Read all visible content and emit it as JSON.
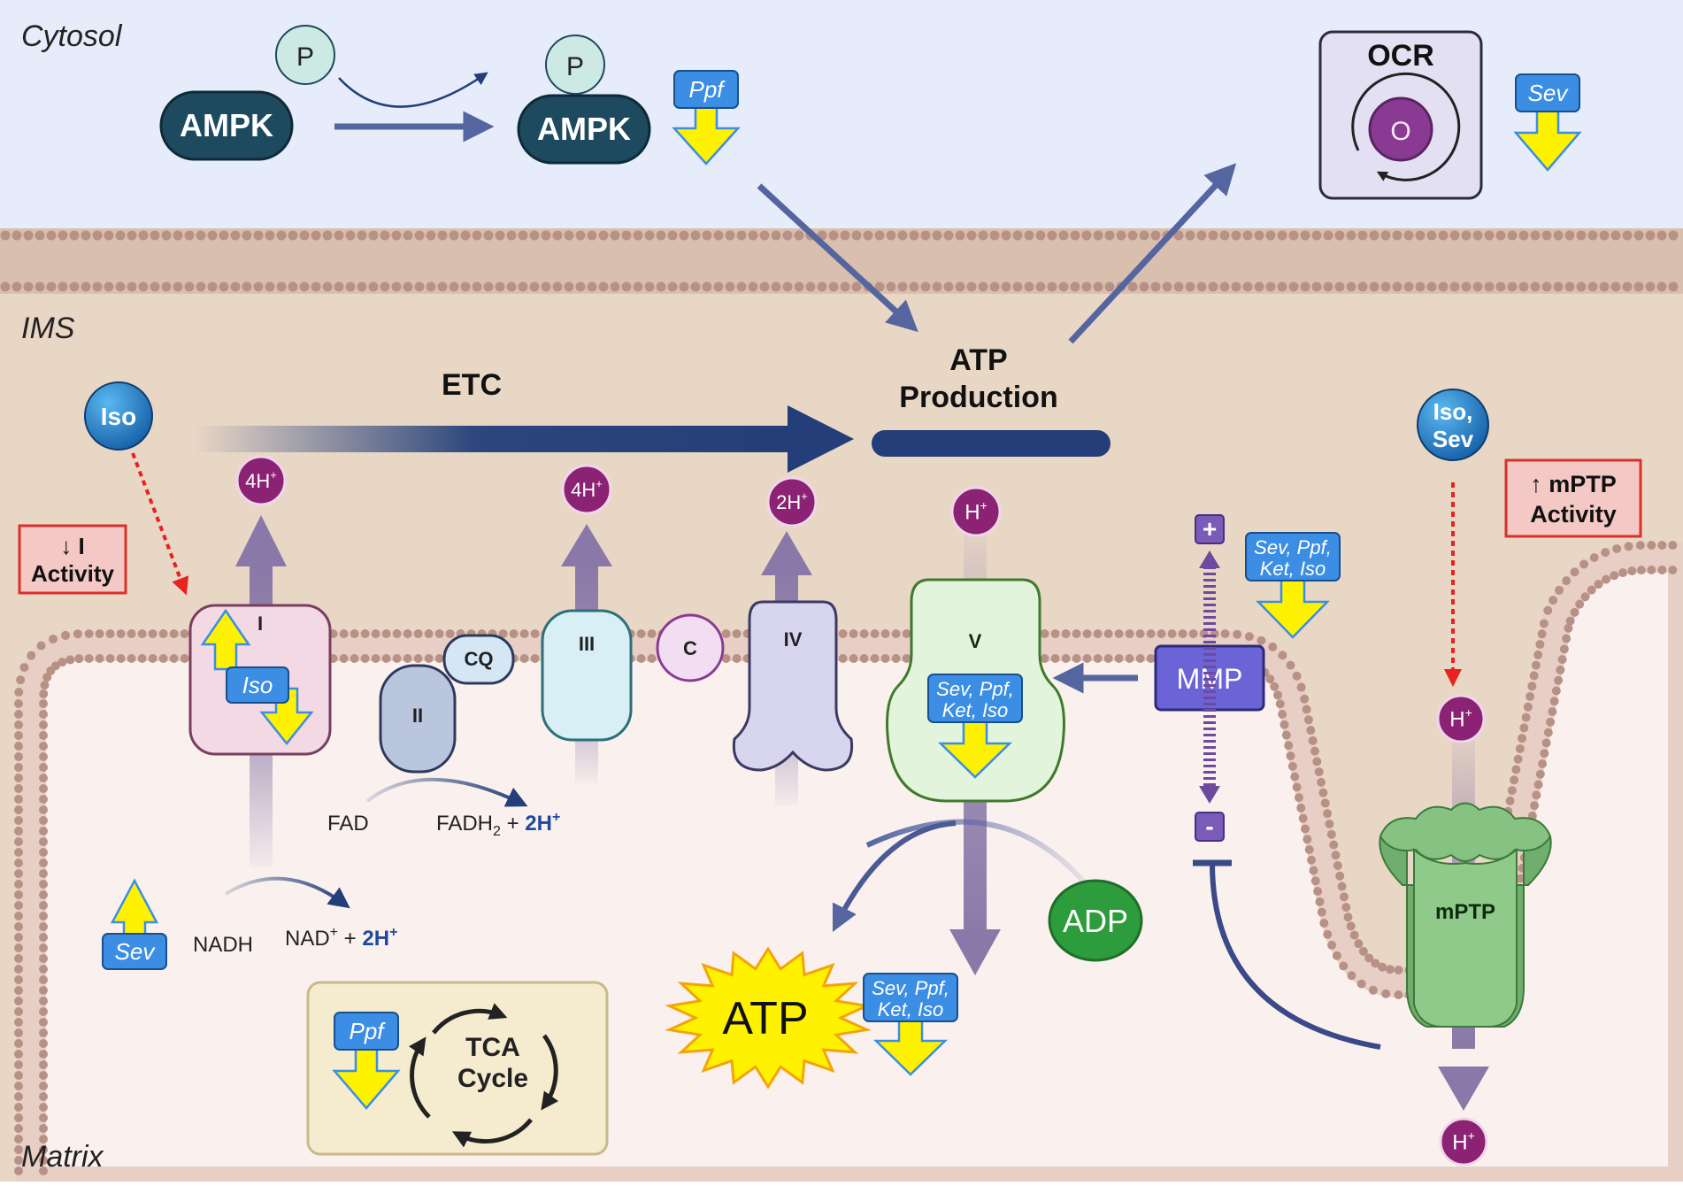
{
  "regions": {
    "cytosol": "Cytosol",
    "ims": "IMS",
    "matrix": "Matrix"
  },
  "ampk": {
    "left": "AMPK",
    "right": "AMPK",
    "phospho": "P"
  },
  "ocr": {
    "title": "OCR",
    "center": "O"
  },
  "labels": {
    "etc": "ETC",
    "atp_production_1": "ATP",
    "atp_production_2": "Production",
    "i_activity_1": "↓ I",
    "i_activity_2": "Activity",
    "mptp_activity_1": "↑ mPTP",
    "mptp_activity_2": "Activity",
    "fad": "FAD",
    "fadh2": "FADH",
    "fadh2_sub": "2",
    "fadh2_plus": " + ",
    "two_h": "2H",
    "nadh": "NADH",
    "nad": "NAD",
    "nad_plus": " + ",
    "atp": "ATP",
    "adp": "ADP",
    "mmp": "MMP",
    "plus": "+",
    "minus": "-",
    "tca_1": "TCA",
    "tca_2": "Cycle",
    "mptp": "mPTP"
  },
  "complexes": {
    "c1": "I",
    "c2": "II",
    "c3": "III",
    "c4": "IV",
    "c5": "V",
    "cq": "CQ",
    "cytc": "C"
  },
  "protons": {
    "c1": "4H",
    "c3": "4H",
    "c4": "2H",
    "c5": "H",
    "mptp_top": "H",
    "mptp_bottom": "H",
    "sup": "+"
  },
  "drugs": {
    "ppf_ampk": "Ppf",
    "sev_ocr": "Sev",
    "iso_ball": "Iso",
    "iso_sev_ball_1": "Iso,",
    "iso_sev_ball_2": "Sev",
    "iso_c1": "Iso",
    "sev_nadh": "Sev",
    "ppf_tca": "Ppf",
    "mmp_drugs_1": "Sev, Ppf,",
    "mmp_drugs_2": "Ket, Iso",
    "c5_drugs_1": "Sev, Ppf,",
    "c5_drugs_2": "Ket, Iso",
    "atp_drugs_1": "Sev, Ppf,",
    "atp_drugs_2": "Ket, Iso"
  },
  "colors": {
    "cytosol_bg": "#e6ecf9",
    "ims_bg": "#e9d7c6",
    "matrix_bg": "#faf1ee",
    "membrane_head": "#b89186",
    "arrow_navy": "#233e78",
    "arrow_slate": "#5565a0",
    "proton": "#8b2274",
    "drug_blue": "#3b8ee3",
    "yellow": "#fff200"
  }
}
